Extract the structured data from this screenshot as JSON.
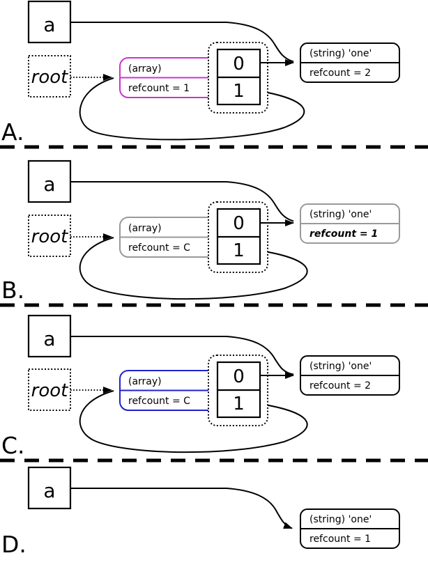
{
  "colors": {
    "magenta": "#cc33cc",
    "gray": "#999999",
    "blue": "#2020cc",
    "black": "#000000"
  },
  "panels": [
    {
      "label": "A.",
      "var": {
        "name": "a"
      },
      "root": {
        "label": "root"
      },
      "array": {
        "type_label": "(array)",
        "refcount_label": "refcount = 1",
        "color": "#cc33cc"
      },
      "cells": {
        "cell0": "0",
        "cell1": "1"
      },
      "string": {
        "type_label": "(string) 'one'",
        "refcount_label": "refcount = 2",
        "color": "#000000"
      }
    },
    {
      "label": "B.",
      "var": {
        "name": "a"
      },
      "root": {
        "label": "root"
      },
      "array": {
        "type_label": "(array)",
        "refcount_label": "refcount = C",
        "color": "#999999"
      },
      "cells": {
        "cell0": "0",
        "cell1": "1"
      },
      "string": {
        "type_label": "(string) 'one'",
        "refcount_label": "refcount = 1",
        "color": "#999999"
      }
    },
    {
      "label": "C.",
      "var": {
        "name": "a"
      },
      "root": {
        "label": "root"
      },
      "array": {
        "type_label": "(array)",
        "refcount_label": "refcount = C",
        "color": "#2020cc"
      },
      "cells": {
        "cell0": "0",
        "cell1": "1"
      },
      "string": {
        "type_label": "(string) 'one'",
        "refcount_label": "refcount = 2",
        "color": "#000000"
      }
    },
    {
      "label": "D.",
      "var": {
        "name": "a"
      },
      "string": {
        "type_label": "(string) 'one'",
        "refcount_label": "refcount = 1",
        "color": "#000000"
      }
    }
  ]
}
